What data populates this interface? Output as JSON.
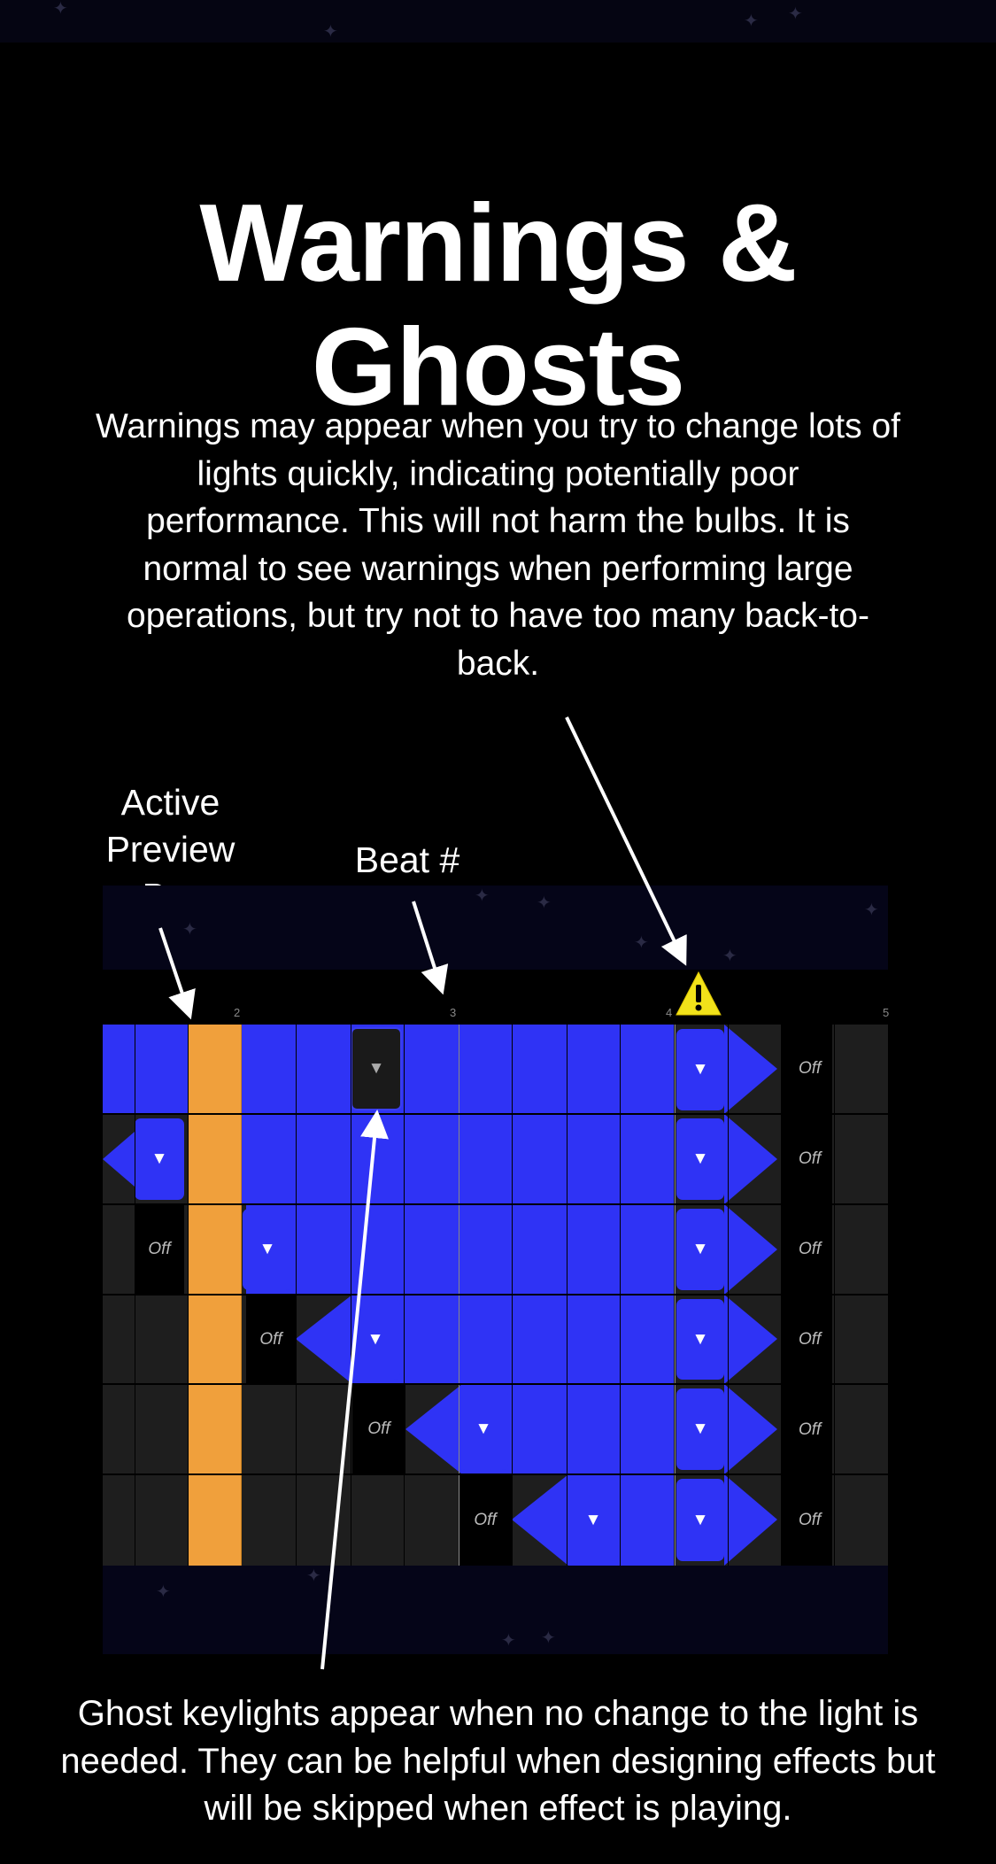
{
  "title": "Warnings & Ghosts",
  "warning_text": "Warnings may appear when you try to change lots of lights quickly, indicating potentially poor performance. This will not harm the bulbs. It is normal to see warnings when performing large operations, but try not to have too many back-to-back.",
  "labels": {
    "active_preview_bar": "Active Preview Bar",
    "beat_number": "Beat #"
  },
  "ghost_text": "Ghost keylights appear when no change to the light is needed. They can be helpful when designing effects but will be skipped when effect is playing.",
  "editor": {
    "beat_numbers": [
      "2",
      "3",
      "4",
      "5"
    ],
    "off_label": "Off",
    "key_glyph": "▼",
    "warning_icon": "warning-triangle-icon",
    "colors": {
      "light_on": "#2f33f5",
      "active_preview_bar": "#f0a03c",
      "warning": "#f2e21a",
      "empty_cell": "#1e1e1e"
    }
  }
}
